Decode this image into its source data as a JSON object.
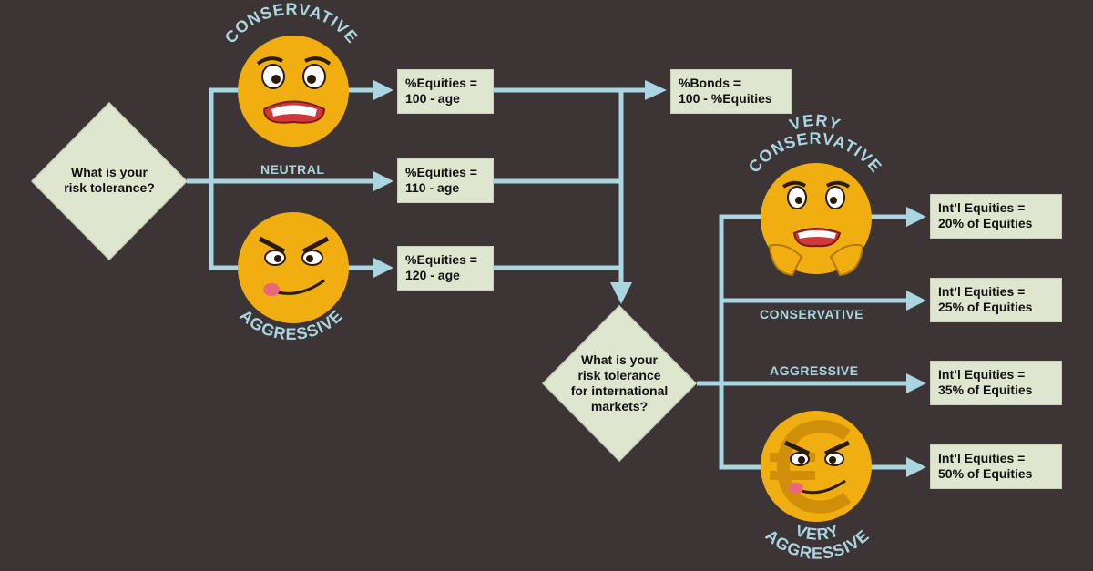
{
  "colors": {
    "background": "#3d3435",
    "connector": "#a9d6e0",
    "box_fill": "#dfe6cf",
    "face_fill": "#f0ae10"
  },
  "decision_main": {
    "lines": [
      "What is your",
      "risk tolerance?"
    ]
  },
  "decision_intl": {
    "lines": [
      "What is your",
      "risk tolerance",
      "for international",
      "markets?"
    ]
  },
  "branch_labels": {
    "conservative": "CONSERVATIVE",
    "neutral": "NEUTRAL",
    "aggressive": "AGGRESSIVE",
    "very_conservative_line1": "VERY",
    "very_conservative_line2": "CONSERVATIVE",
    "intl_conservative": "CONSERVATIVE",
    "intl_aggressive": "AGGRESSIVE",
    "very_aggressive_line1": "VERY",
    "very_aggressive_line2": "AGGRESSIVE"
  },
  "equity_boxes": [
    {
      "line1": "%Equities =",
      "line2": "100 - age"
    },
    {
      "line1": "%Equities =",
      "line2": "110 - age"
    },
    {
      "line1": "%Equities =",
      "line2": "120 - age"
    }
  ],
  "bonds_box": {
    "line1": "%Bonds =",
    "line2": "100 - %Equities"
  },
  "intl_boxes": [
    {
      "line1": "Int’l Equities =",
      "line2": "20% of Equities"
    },
    {
      "line1": "Int’l Equities =",
      "line2": "25% of Equities"
    },
    {
      "line1": "Int’l Equities =",
      "line2": "35% of Equities"
    },
    {
      "line1": "Int’l Equities =",
      "line2": "50% of Equities"
    }
  ],
  "icons": [
    "worried-face-icon",
    "smirking-face-icon",
    "scared-face-icon",
    "euro-face-icon"
  ]
}
